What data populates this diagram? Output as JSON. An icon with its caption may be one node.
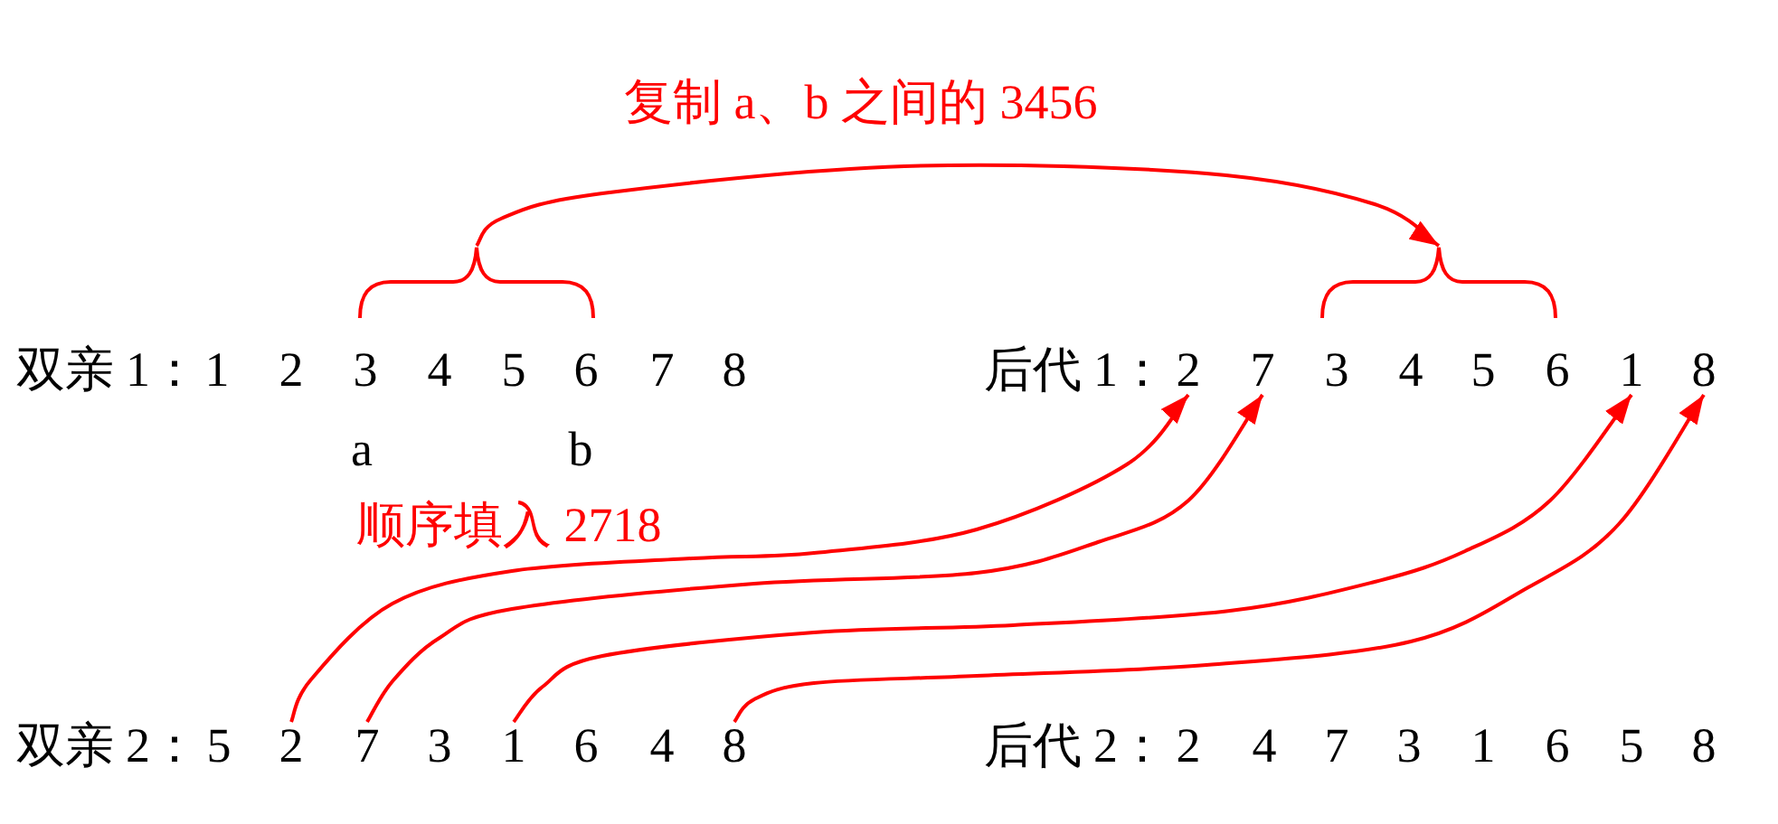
{
  "diagram": {
    "nodes": [
      {
        "text": [],
        "shape": "brace"
      },
      {
        "text": [],
        "shape": "brace"
      },
      {
        "text": [
          "2"
        ]
      },
      {
        "text": [
          "7"
        ]
      },
      {
        "text": [
          "1"
        ]
      },
      {
        "text": [
          "8"
        ]
      },
      {
        "text": [
          "2"
        ]
      },
      {
        "text": [
          "7"
        ]
      },
      {
        "text": [
          "1"
        ]
      },
      {
        "text": [
          "8"
        ]
      }
    ],
    "edges": [
      {
        "from": 0,
        "to": 1,
        "arrow": "to",
        "label": "复制 a、b 之间的 3456"
      },
      {
        "from": 6,
        "to": 2,
        "arrow": "to"
      },
      {
        "from": 7,
        "to": 3,
        "arrow": "to"
      },
      {
        "from": 8,
        "to": 4,
        "arrow": "to"
      },
      {
        "from": 9,
        "to": 5,
        "arrow": "to"
      }
    ],
    "labels": [
      "双亲 1：",
      "1",
      "2",
      "3",
      "4",
      "5",
      "6",
      "7",
      "8",
      "后代 1：",
      "3",
      "4",
      "5",
      "6",
      "a",
      "b",
      "顺序填入 2718",
      "双亲 2：",
      "5",
      "3",
      "6",
      "4",
      "后代 2：",
      "2",
      "4",
      "7",
      "3",
      "1",
      "6",
      "5",
      "8"
    ]
  }
}
